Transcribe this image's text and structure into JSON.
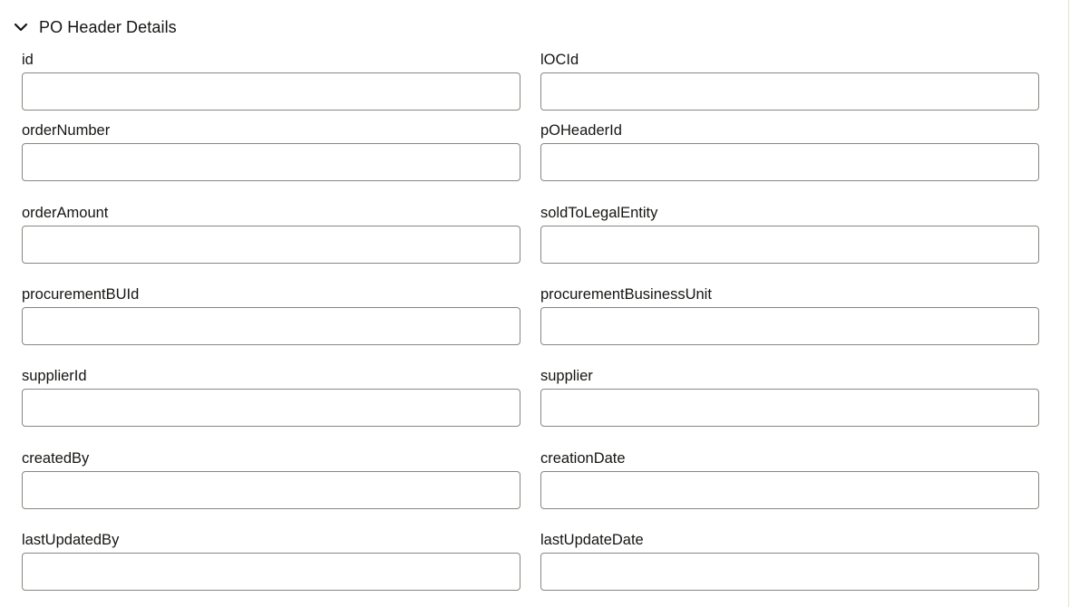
{
  "section": {
    "title": "PO Header Details",
    "toggle_icon": "chevron-down-icon",
    "expanded": true
  },
  "fields": {
    "id": {
      "label": "id",
      "value": ""
    },
    "locid": {
      "label": "lOCId",
      "value": ""
    },
    "order_number": {
      "label": "orderNumber",
      "value": ""
    },
    "po_header_id": {
      "label": "pOHeaderId",
      "value": ""
    },
    "order_amount": {
      "label": "orderAmount",
      "value": ""
    },
    "sold_to_legal_entity": {
      "label": "soldToLegalEntity",
      "value": ""
    },
    "procurement_bu_id": {
      "label": "procurementBUId",
      "value": ""
    },
    "procurement_business_unit": {
      "label": "procurementBusinessUnit",
      "value": ""
    },
    "supplier_id": {
      "label": "supplierId",
      "value": ""
    },
    "supplier": {
      "label": "supplier",
      "value": ""
    },
    "created_by": {
      "label": "createdBy",
      "value": ""
    },
    "creation_date": {
      "label": "creationDate",
      "value": ""
    },
    "last_updated_by": {
      "label": "lastUpdatedBy",
      "value": ""
    },
    "last_update_date": {
      "label": "lastUpdateDate",
      "value": ""
    }
  },
  "colors": {
    "text": "#161513",
    "input_border": "#8a8782",
    "background": "#ffffff"
  }
}
